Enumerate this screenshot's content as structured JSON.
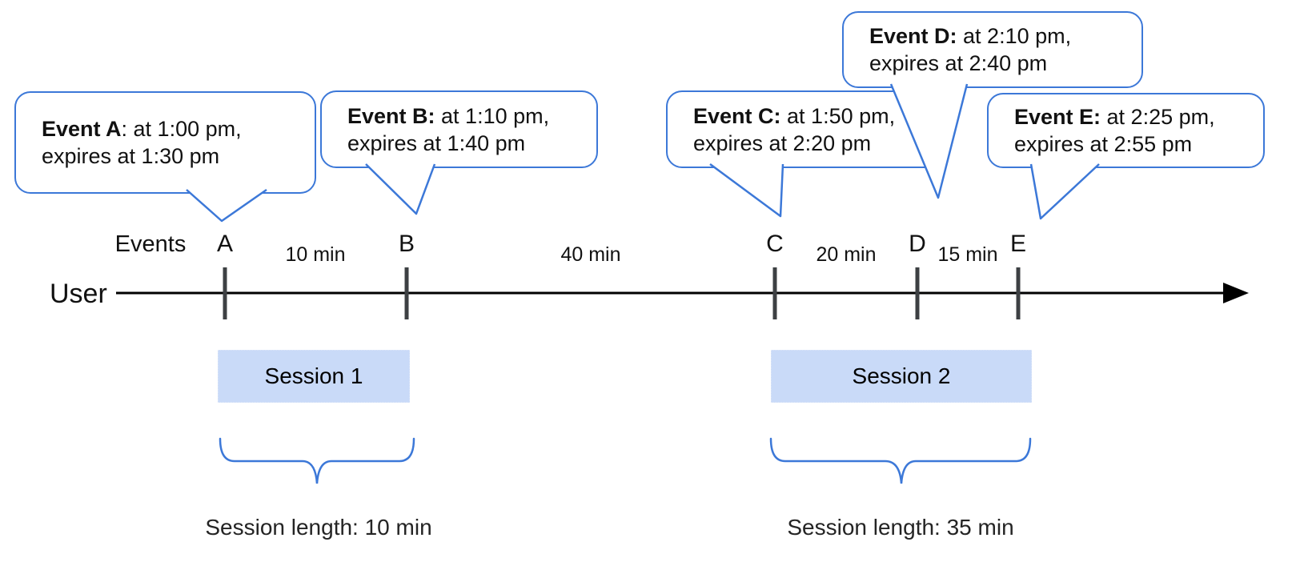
{
  "colors": {
    "accent_blue": "#3c78d8",
    "session_fill": "#c9daf8",
    "tick_gray": "#3d4043",
    "axis_black": "#000000",
    "text": "#111111"
  },
  "labels": {
    "events": "Events",
    "user": "User"
  },
  "bubbles": [
    {
      "event": "A",
      "bold": "Event A",
      "rest": ": at 1:00 pm,",
      "line2": "expires at 1:30 pm"
    },
    {
      "event": "B",
      "bold": "Event B:",
      "rest": " at 1:10 pm,",
      "line2": "expires at 1:40 pm"
    },
    {
      "event": "C",
      "bold": "Event C:",
      "rest": " at 1:50 pm,",
      "line2": "expires at 2:20 pm"
    },
    {
      "event": "D",
      "bold": "Event D:",
      "rest": " at 2:10 pm,",
      "line2": "expires at 2:40 pm"
    },
    {
      "event": "E",
      "bold": "Event E:",
      "rest": " at 2:25 pm,",
      "line2": "expires at 2:55 pm"
    }
  ],
  "timeline": {
    "event_markers": [
      "A",
      "B",
      "C",
      "D",
      "E"
    ],
    "intervals": [
      "10 min",
      "40 min",
      "20 min",
      "15 min"
    ]
  },
  "sessions": [
    {
      "label": "Session 1",
      "length_label": "Session length: 10 min"
    },
    {
      "label": "Session 2",
      "length_label": "Session length: 35 min"
    }
  ]
}
